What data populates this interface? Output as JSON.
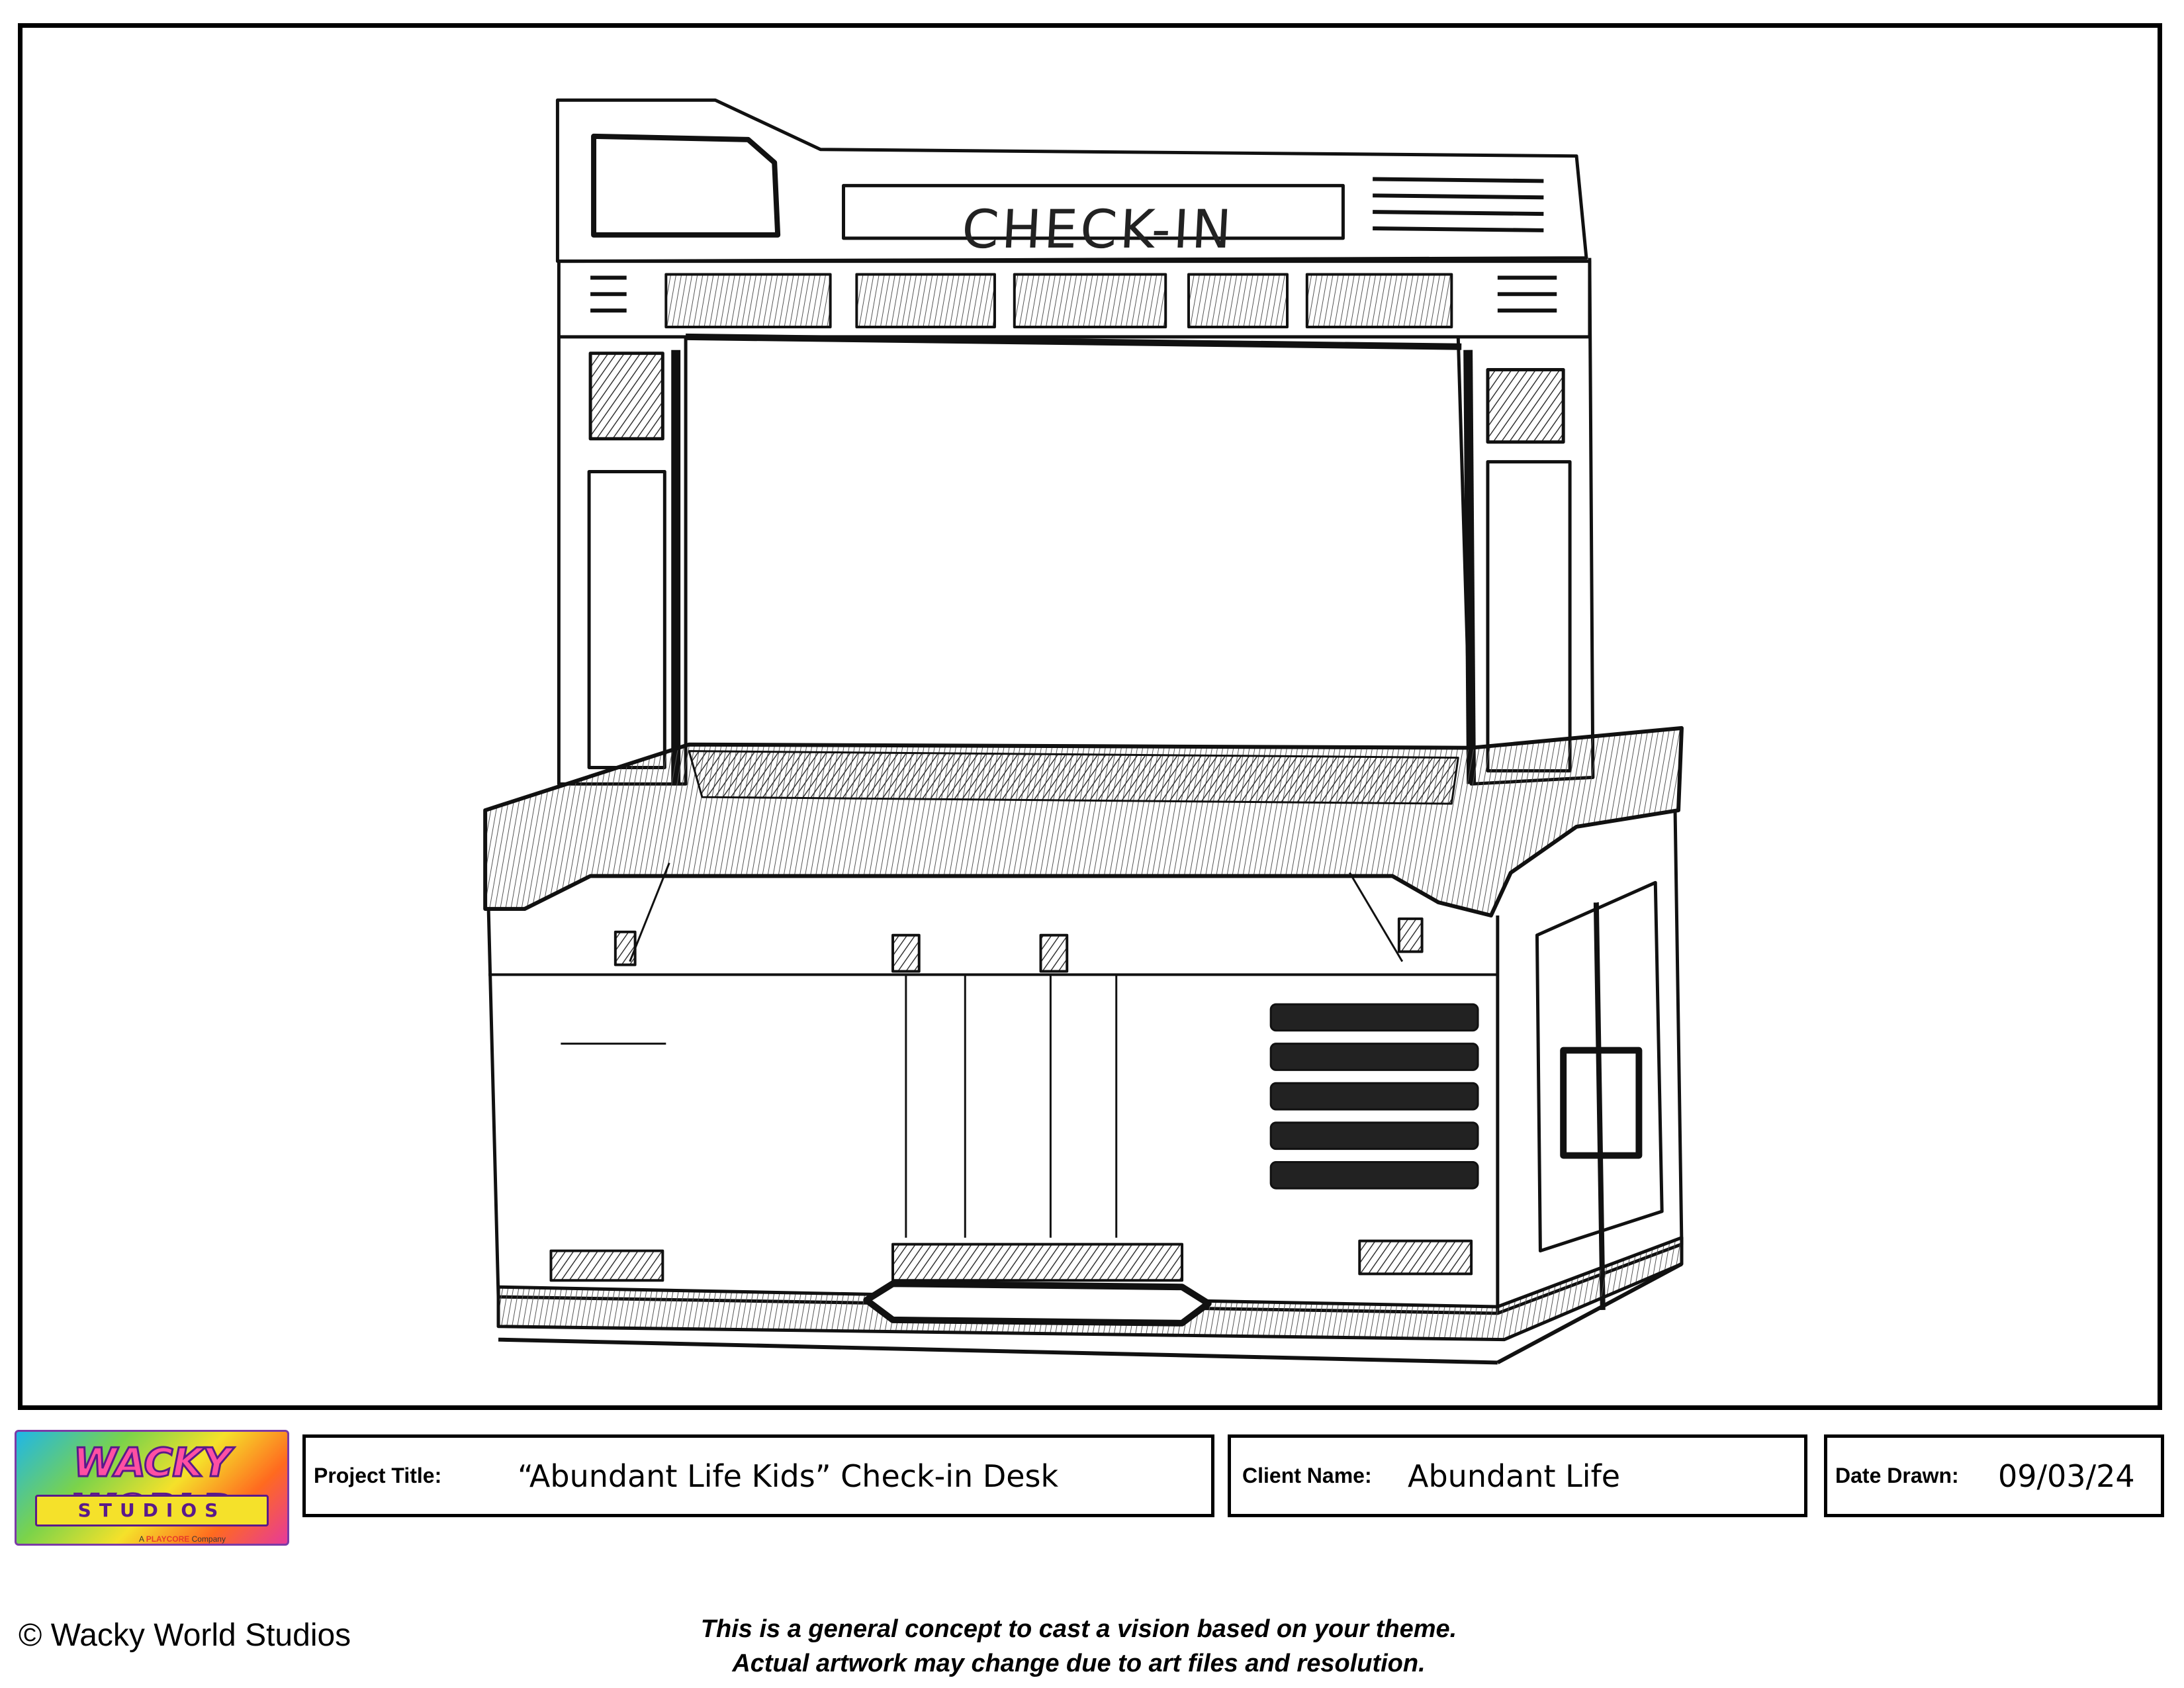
{
  "sketch": {
    "sign_text": "CHECK-IN"
  },
  "logo": {
    "line1": "WACKY WORLD",
    "line2": "STUDIOS",
    "tagline_prefix": "A ",
    "tagline_brand": "PLAYCORE",
    "tagline_suffix": " Company"
  },
  "title_block": {
    "project_label": "Project Title:",
    "project_value": "“Abundant Life Kids” Check-in Desk",
    "client_label": "Client Name:",
    "client_value": "Abundant Life",
    "date_label": "Date Drawn:",
    "date_value": "09/03/24"
  },
  "footer": {
    "copyright": "© Wacky World Studios",
    "disclaimer_line1": "This is a general concept to cast a vision based on your theme.",
    "disclaimer_line2": "Actual artwork may change due to art files and resolution."
  }
}
